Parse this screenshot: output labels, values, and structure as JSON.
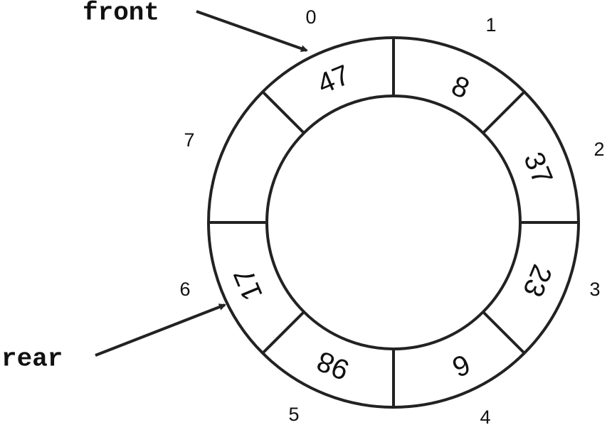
{
  "queue": {
    "cells": [
      {
        "index": "0",
        "value": "47"
      },
      {
        "index": "1",
        "value": "8"
      },
      {
        "index": "2",
        "value": "37"
      },
      {
        "index": "3",
        "value": "23"
      },
      {
        "index": "4",
        "value": "6"
      },
      {
        "index": "5",
        "value": "98"
      },
      {
        "index": "6",
        "value": "17"
      },
      {
        "index": "7",
        "value": ""
      }
    ]
  },
  "pointers": {
    "front_label": "front",
    "rear_label": "rear"
  },
  "colors": {
    "stroke": "#222222",
    "text": "#111111",
    "background": "#ffffff"
  }
}
